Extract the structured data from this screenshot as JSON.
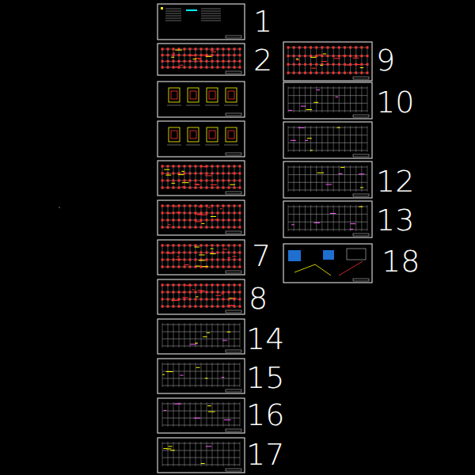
{
  "diagram": {
    "labels": [
      "1",
      "2",
      "9",
      "10",
      "12",
      "13",
      "18",
      "7",
      "8",
      "14",
      "15",
      "16",
      "17"
    ]
  }
}
